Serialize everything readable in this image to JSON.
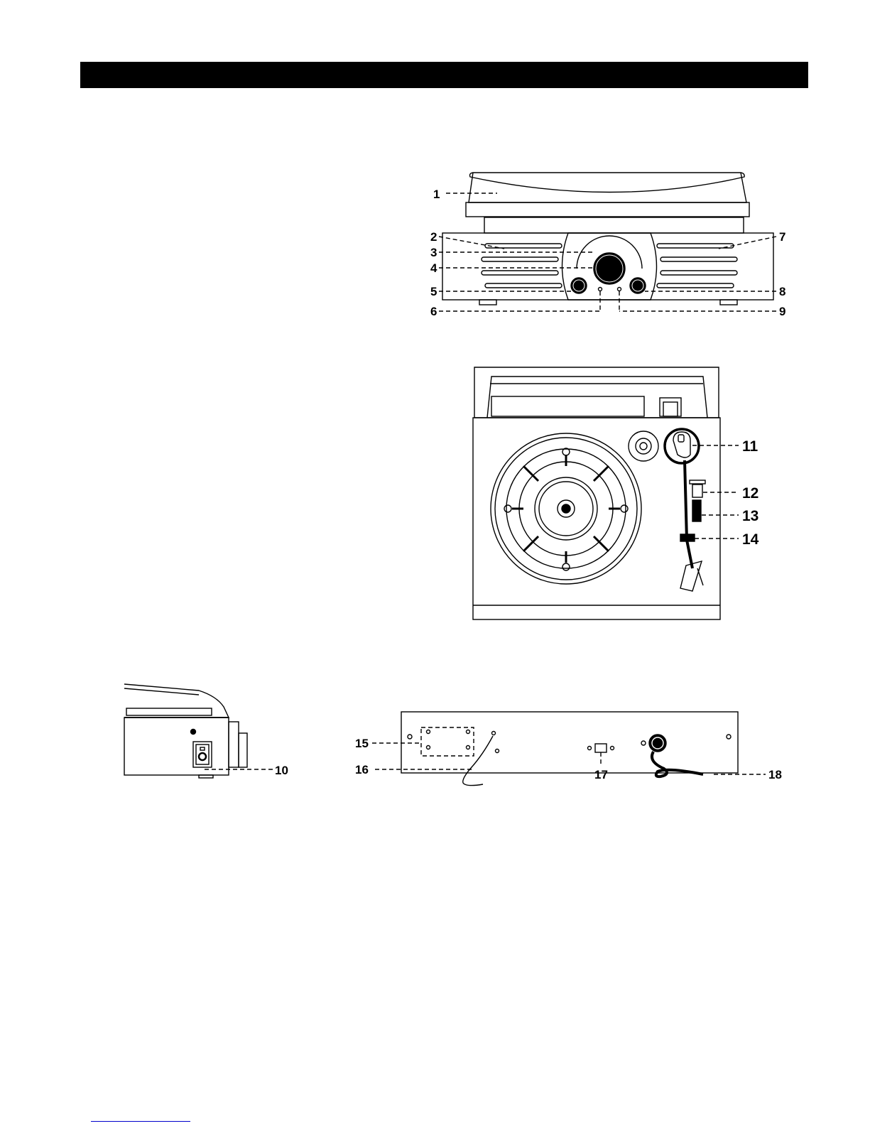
{
  "callouts": {
    "front": [
      "1",
      "2",
      "3",
      "4",
      "5",
      "6",
      "7",
      "8",
      "9"
    ],
    "top": [
      "11",
      "12",
      "13",
      "14"
    ],
    "side": [
      "10"
    ],
    "rear": [
      "15",
      "16",
      "17",
      "18"
    ]
  }
}
